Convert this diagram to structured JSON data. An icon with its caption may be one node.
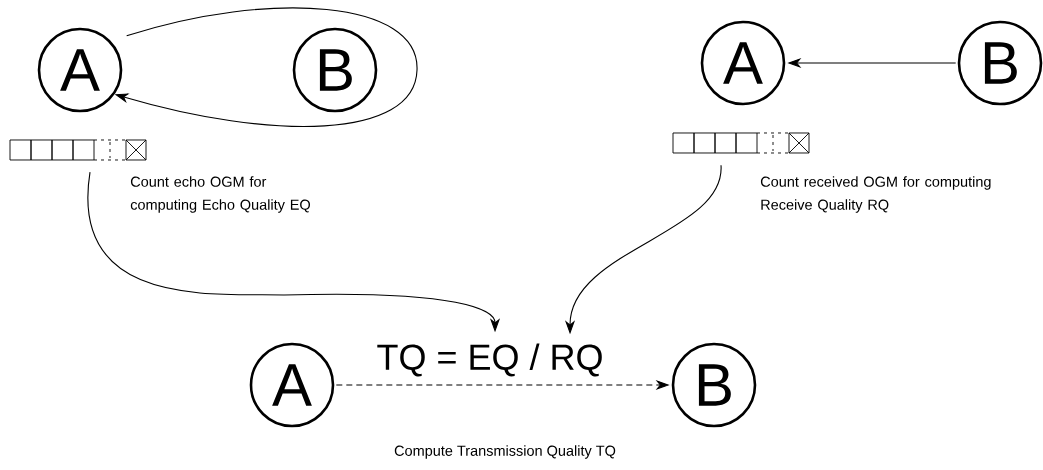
{
  "diagram": {
    "nodes": [
      {
        "text": [
          "A"
        ]
      },
      {
        "text": [
          "B"
        ]
      },
      {
        "text": [
          "A"
        ]
      },
      {
        "text": [
          "B"
        ]
      },
      {
        "text": [],
        "shape": "bar",
        "beside": [
          "Count echo OGM for computing Echo Quality EQ"
        ]
      },
      {
        "text": [],
        "shape": "bar",
        "beside": [
          "Count received OGM for computing Receive Quality RQ"
        ]
      },
      {
        "text": [
          "TQ = EQ / RQ"
        ]
      },
      {
        "text": [
          "A"
        ]
      },
      {
        "text": [
          "B"
        ]
      }
    ],
    "edges": [
      {
        "from": 0,
        "to": 0,
        "arrow": "to"
      },
      {
        "from": 3,
        "to": 2,
        "arrow": "to"
      },
      {
        "from": 4,
        "to": 6,
        "arrow": "to"
      },
      {
        "from": 5,
        "to": 6,
        "arrow": "to"
      },
      {
        "from": 7,
        "to": 8,
        "arrow": "to",
        "style": "dashed"
      }
    ],
    "labels": [
      "Compute Transmission Quality TQ"
    ]
  }
}
